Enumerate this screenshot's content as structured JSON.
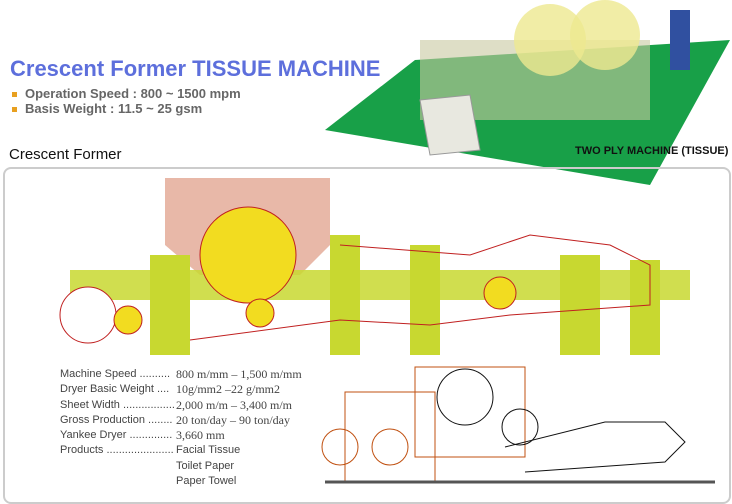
{
  "title": "Crescent Former TISSUE MACHINE",
  "bullets": [
    "Operation Speed : 800 ~ 1500 mpm",
    "Basis Weight : 11.5 ~ 25 gsm"
  ],
  "section_title": "Crescent Former",
  "machine_caption": "TWO PLY MACHINE (TISSUE)",
  "specs": [
    {
      "label": "Machine Speed ..........",
      "value": "800 m/mm – 1,500 m/mm"
    },
    {
      "label": "Dryer Basic Weight ....",
      "value": "10g/mm2 –22 g/mm2"
    },
    {
      "label": "Sheet Width .................",
      "value": "2,000 m/m – 3,400 m/m"
    },
    {
      "label": "Gross Production ........",
      "value": "20 ton/day – 90 ton/day"
    },
    {
      "label": "Yankee Dryer ..............",
      "value": "3,660 mm"
    },
    {
      "label": "Products ......................",
      "value": "Facial Tissue"
    },
    {
      "label": "",
      "value": "Toilet Paper"
    },
    {
      "label": "",
      "value": "Paper Towel"
    }
  ]
}
